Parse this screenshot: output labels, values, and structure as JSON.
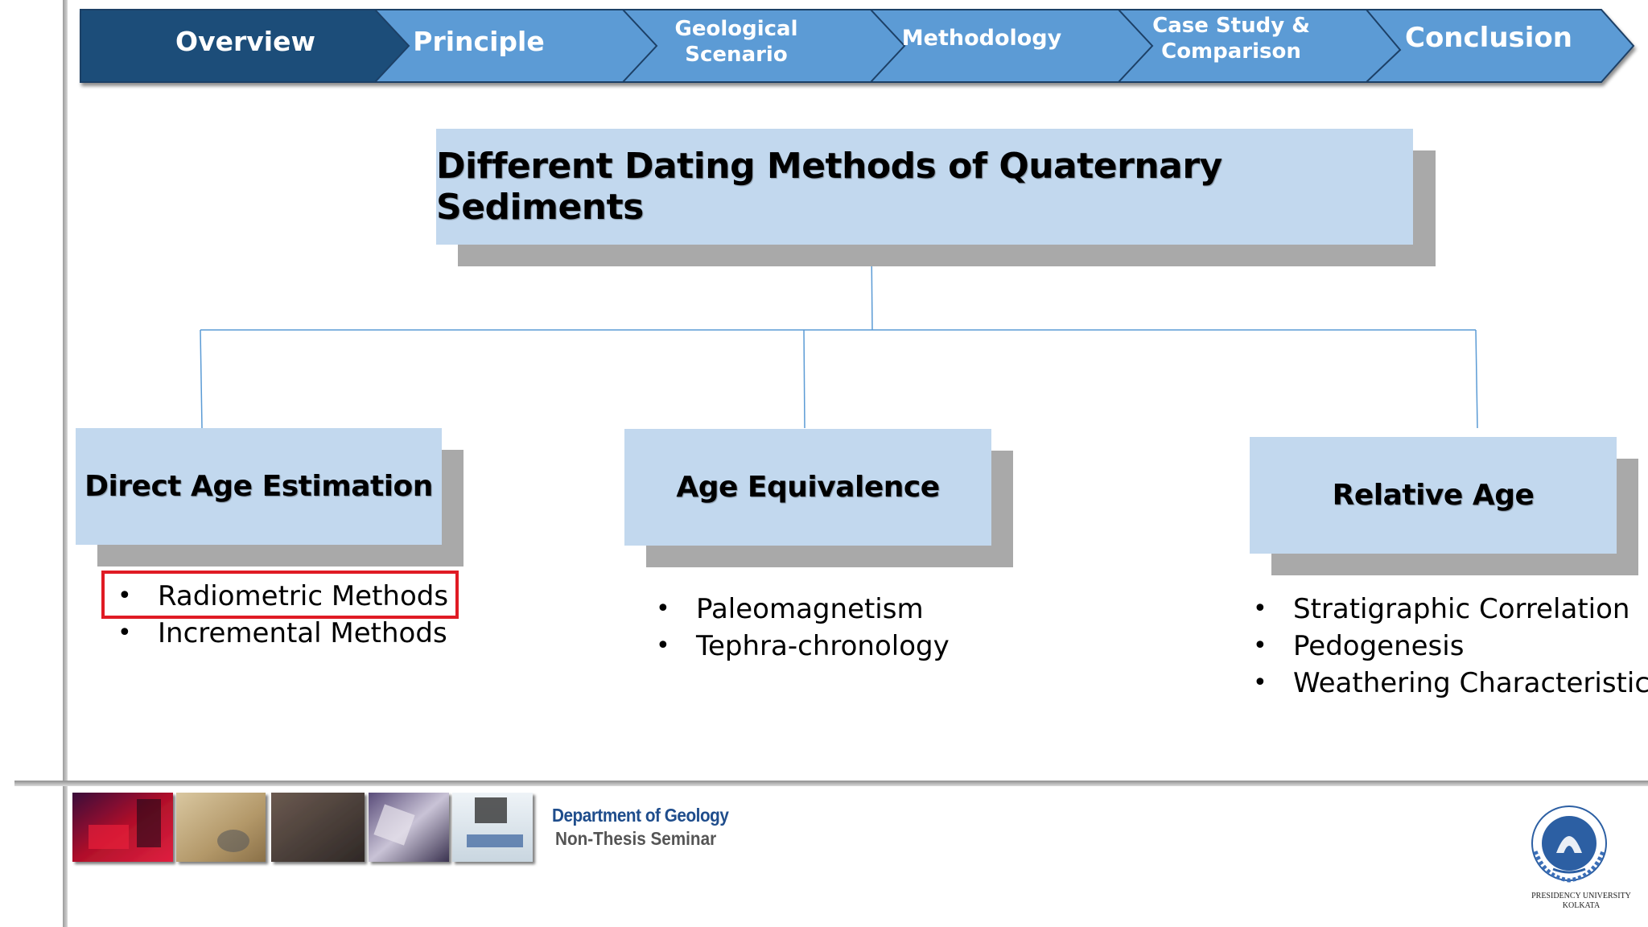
{
  "nav": {
    "items": [
      {
        "label": "Overview",
        "active": true
      },
      {
        "label": "Principle",
        "active": false
      },
      {
        "label": "Geological Scenario",
        "active": false
      },
      {
        "label": "Methodology",
        "active": false
      },
      {
        "label": "Case Study & Comparison",
        "active": false
      },
      {
        "label": "Conclusion",
        "active": false
      }
    ],
    "active_color": "#1f4e79",
    "inactive_color": "#5b9bd5"
  },
  "diagram": {
    "title": "Different Dating Methods of Quaternary Sediments",
    "categories": [
      {
        "label": "Direct Age Estimation",
        "items": [
          "Radiometric Methods",
          "Incremental Methods"
        ]
      },
      {
        "label": "Age Equivalence",
        "items": [
          "Paleomagnetism",
          "Tephra-chronology"
        ]
      },
      {
        "label": "Relative Age",
        "items": [
          "Stratigraphic Correlation",
          "Pedogenesis",
          "Weathering Characteristics"
        ]
      }
    ],
    "highlighted_item": "Radiometric Methods",
    "box_color": "#c2d8ee",
    "highlight_color": "#e01b24"
  },
  "footer": {
    "department": "Department of Geology",
    "seminar": "Non-Thesis Seminar",
    "university_logo_text": [
      "PRESIDENCY UNIVERSITY",
      "KOLKATA"
    ]
  }
}
